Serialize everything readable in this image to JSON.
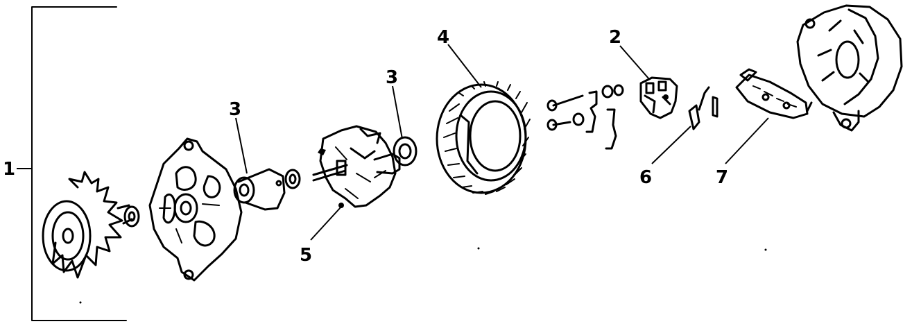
{
  "diagram": {
    "parts": [
      {
        "id": "pulley-fan-assembly",
        "icon": "pulley-fan-icon"
      },
      {
        "id": "front-housing",
        "icon": "front-housing-icon"
      },
      {
        "id": "front-bearing",
        "icon": "bearing-icon"
      },
      {
        "id": "rotor",
        "icon": "rotor-icon"
      },
      {
        "id": "rear-bearing",
        "icon": "bearing-icon"
      },
      {
        "id": "stator",
        "icon": "stator-icon"
      },
      {
        "id": "terminal-hardware",
        "icon": "bolt-icon"
      },
      {
        "id": "regulator",
        "icon": "regulator-icon"
      },
      {
        "id": "brush-spring",
        "icon": "spring-icon"
      },
      {
        "id": "rectifier",
        "icon": "rectifier-icon"
      },
      {
        "id": "rear-housing",
        "icon": "rear-housing-icon"
      }
    ],
    "callouts": [
      {
        "id": "callout-1",
        "label": "1"
      },
      {
        "id": "callout-2",
        "label": "2"
      },
      {
        "id": "callout-3a",
        "label": "3"
      },
      {
        "id": "callout-3b",
        "label": "3"
      },
      {
        "id": "callout-4",
        "label": "4"
      },
      {
        "id": "callout-5",
        "label": "5"
      },
      {
        "id": "callout-6",
        "label": "6"
      },
      {
        "id": "callout-7",
        "label": "7"
      }
    ]
  }
}
